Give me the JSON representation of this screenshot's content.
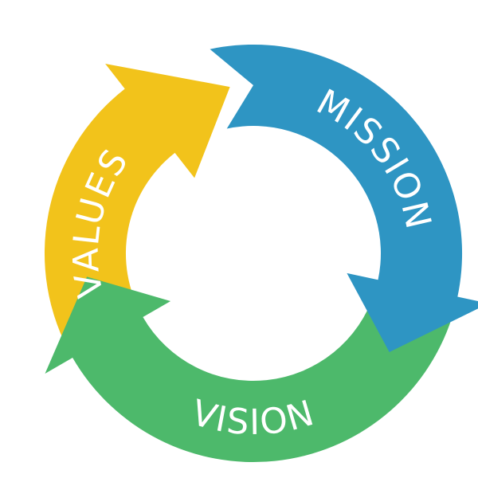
{
  "diagram": {
    "type": "cycle",
    "segments": [
      {
        "id": "mission",
        "label": "MISSION",
        "color": "#2e95c3"
      },
      {
        "id": "vision",
        "label": "VISION",
        "color": "#4db96b"
      },
      {
        "id": "values",
        "label": "VALUES",
        "color": "#f2c31b"
      }
    ]
  }
}
